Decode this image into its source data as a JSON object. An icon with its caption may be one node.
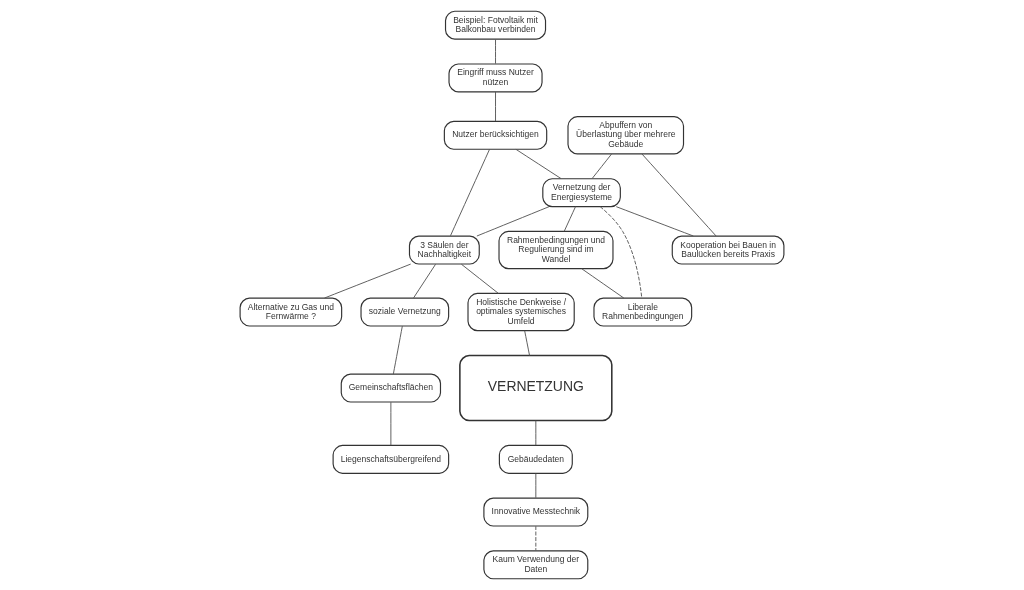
{
  "diagram": {
    "nodes": [
      {
        "text": [
          "Beispiel: Fotvoltaik mit Balkonbau verbinden"
        ]
      },
      {
        "text": [
          "Eingriff muss Nutzer nützen"
        ]
      },
      {
        "text": [
          "Nutzer berücksichtigen"
        ]
      },
      {
        "text": [
          "Alternative zu Gas und Fernwärme ?"
        ]
      },
      {
        "text": [
          "Abpuffern von Überlastung über mehrere Gebäude"
        ]
      },
      {
        "text": [
          "Vernetzung der Energiesysteme"
        ]
      },
      {
        "text": [
          "3 Säulen der Nachhaltigkeit"
        ]
      },
      {
        "text": [
          "soziale Vernetzung"
        ]
      },
      {
        "text": [
          "Holistische Denkweise / optimales systemisches Umfeld"
        ]
      },
      {
        "text": [
          "Gemeinschaftsflächen"
        ]
      },
      {
        "text": [
          "Kooperation bei Bauen in Baulücken bereits Praxis"
        ]
      },
      {
        "text": [
          "Liegenschaftsübergreifend"
        ]
      },
      {
        "text": [
          "VERNETZUNG"
        ]
      },
      {
        "text": [
          "Rahmenbedingungen und Regulierung sind im Wandel"
        ]
      },
      {
        "text": [
          "Kaum Verwendung der Daten"
        ]
      },
      {
        "text": [
          "Gebäudedaten"
        ]
      },
      {
        "text": [
          "Innovative Messtechnik"
        ]
      },
      {
        "text": [
          "Liberale Rahmenbedingungen"
        ]
      }
    ],
    "edges": [
      {
        "from": 0,
        "to": 1,
        "arrow": "none"
      },
      {
        "from": 1,
        "to": 2,
        "arrow": "none"
      },
      {
        "from": 2,
        "to": 5,
        "arrow": "none"
      },
      {
        "from": 2,
        "to": 6,
        "arrow": "none"
      },
      {
        "from": 5,
        "to": 6,
        "arrow": "none"
      },
      {
        "from": 6,
        "to": 3,
        "arrow": "none"
      },
      {
        "from": 6,
        "to": 7,
        "arrow": "none"
      },
      {
        "from": 6,
        "to": 8,
        "arrow": "none"
      },
      {
        "from": 7,
        "to": 9,
        "arrow": "none"
      },
      {
        "from": 9,
        "to": 11,
        "arrow": "none"
      },
      {
        "from": 8,
        "to": 12,
        "arrow": "none"
      },
      {
        "from": 4,
        "to": 5,
        "arrow": "none"
      },
      {
        "from": 4,
        "to": 10,
        "arrow": "none"
      },
      {
        "from": 5,
        "to": 10,
        "arrow": "none"
      },
      {
        "from": 5,
        "to": 13,
        "arrow": "none"
      },
      {
        "from": 5,
        "to": 17,
        "arrow": "none",
        "style": "dashed"
      },
      {
        "from": 13,
        "to": 17,
        "arrow": "none"
      },
      {
        "from": 12,
        "to": 15,
        "arrow": "none"
      },
      {
        "from": 15,
        "to": 16,
        "arrow": "none"
      },
      {
        "from": 16,
        "to": 14,
        "arrow": "none",
        "style": "dashed"
      }
    ]
  }
}
